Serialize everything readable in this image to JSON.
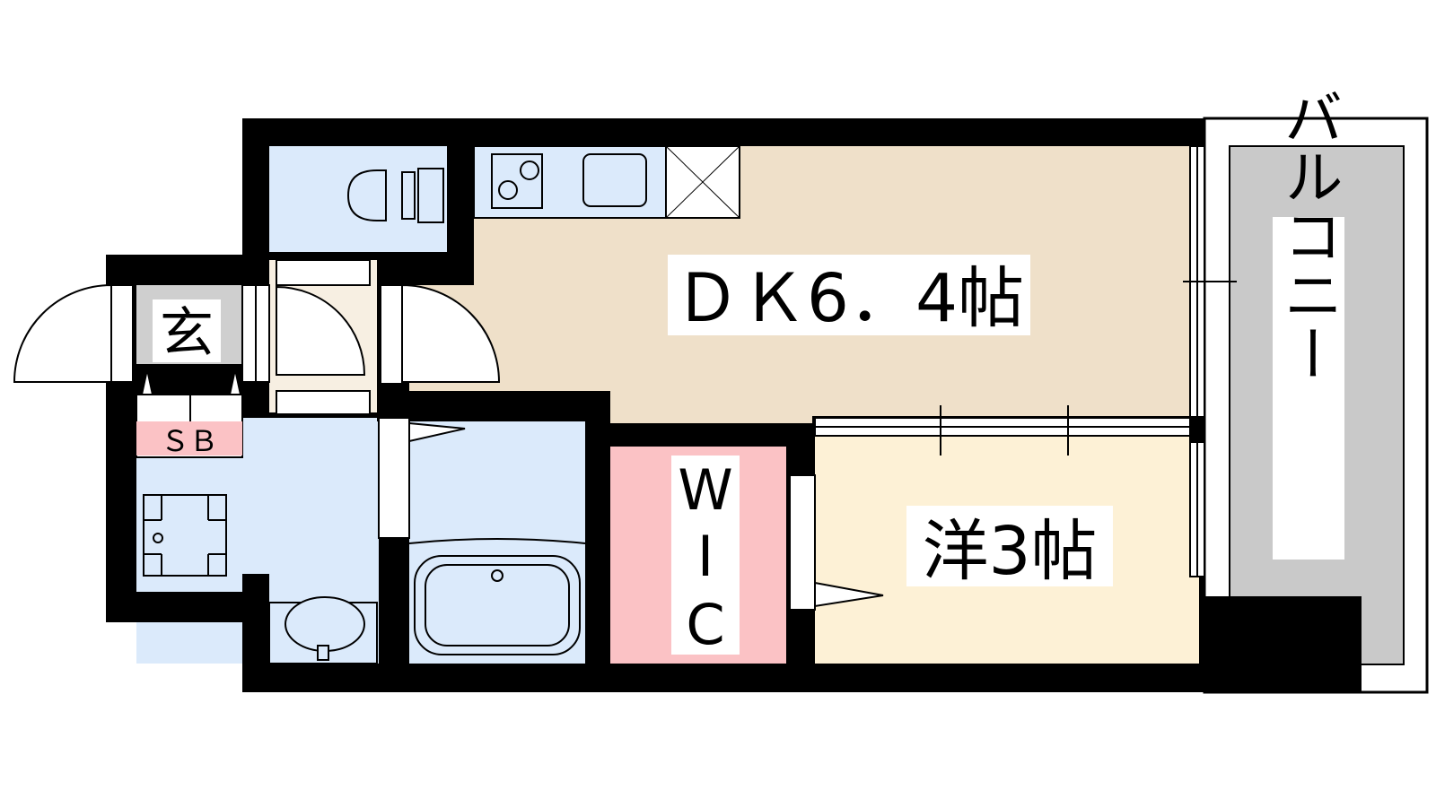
{
  "rooms": {
    "dk": {
      "label": "ＤＫ6．4帖"
    },
    "western": {
      "label": "洋3帖"
    },
    "wic": {
      "w": "W",
      "i": "I",
      "c": "C"
    },
    "entrance": {
      "label": "玄"
    },
    "shoe_box": {
      "label": "ＳＢ"
    },
    "balcony": {
      "label": "バルコニー"
    }
  },
  "colors": {
    "wall": "#000000",
    "dk_floor": "#efe0c9",
    "western_floor": "#fdf1d6",
    "wet_area": "#dbeafb",
    "wic_floor": "#fbc2c5",
    "entrance_floor": "#cfcfcf",
    "balcony": "#c9c9c9",
    "shoe_box_strip": "#fbc2c5"
  }
}
